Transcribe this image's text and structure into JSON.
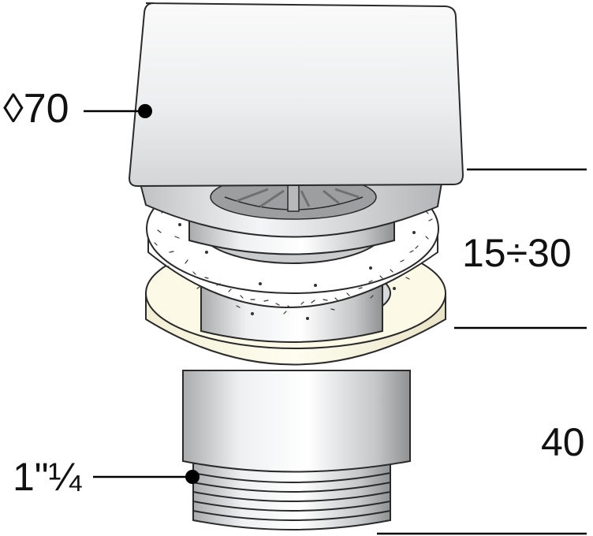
{
  "labels": {
    "top_size": "◊70",
    "install_range": "15÷30",
    "body_length": "40",
    "thread_size": "1\"¼"
  },
  "colors": {
    "outline": "#2a2a2a",
    "metal_light": "#f2f3f4",
    "metal_mid": "#c9cbcd",
    "metal_dark": "#8e9092",
    "gasket_cream": "#fbf8e4",
    "gasket_white": "#ffffff",
    "leader": "#000000"
  }
}
